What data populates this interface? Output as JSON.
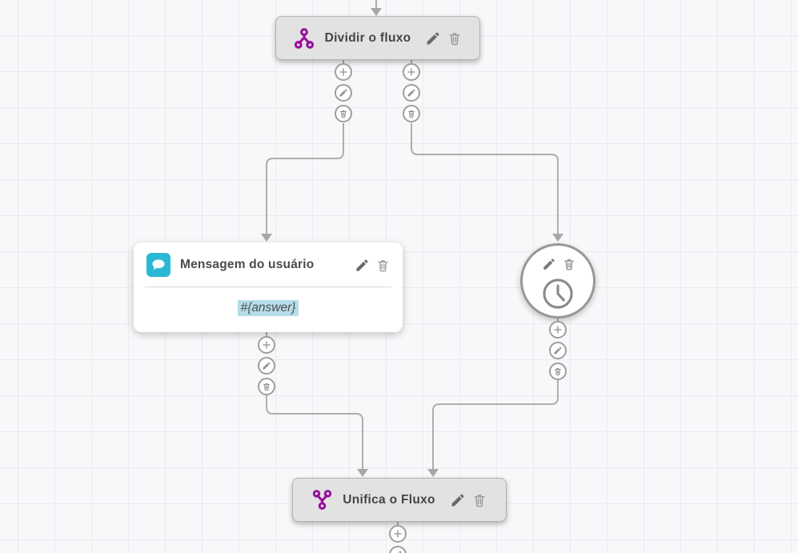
{
  "app": {
    "name": "chatbot-flow-builder-canvas",
    "canvas_background": "#f8f8fa",
    "grid_color": "#e9ebf1",
    "connector_color": "#aeaeae"
  },
  "colors": {
    "accent_purple": "#990d9b",
    "accent_teal": "#29b9d5",
    "node_gray": "#e2e2e2",
    "highlight_blue": "#b5dde9"
  },
  "nodes": {
    "divide": {
      "title": "Dividir o fluxo",
      "icon": "split-icon",
      "actions": [
        "edit",
        "delete"
      ]
    },
    "user_message": {
      "title": "Mensagem do usuário",
      "body": "#{answer}",
      "icon": "chat-bubble-icon",
      "actions": [
        "edit",
        "delete"
      ]
    },
    "timer": {
      "icon": "clock-icon",
      "actions": [
        "edit",
        "delete"
      ]
    },
    "merge": {
      "title": "Unifica o Fluxo",
      "icon": "merge-icon",
      "actions": [
        "edit",
        "delete"
      ]
    }
  },
  "port_buttons": [
    {
      "action": "add",
      "icon": "plus-icon"
    },
    {
      "action": "edit",
      "icon": "pencil-icon"
    },
    {
      "action": "delete",
      "icon": "trash-icon"
    }
  ]
}
